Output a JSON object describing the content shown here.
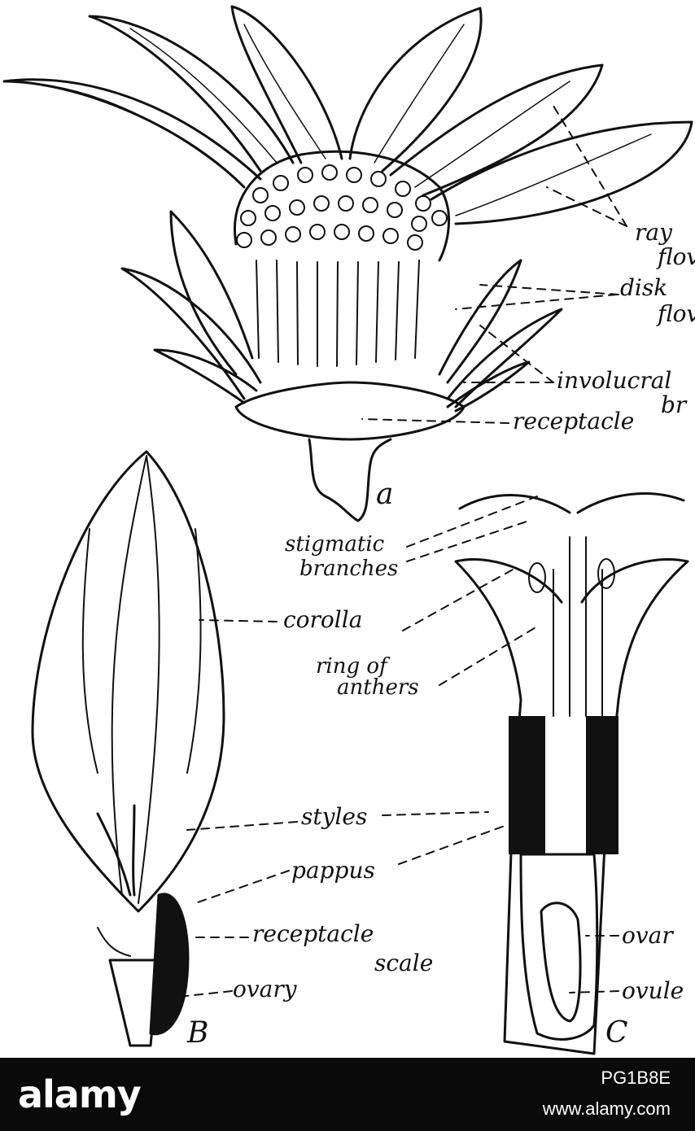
{
  "figure": {
    "panel_a": {
      "letter": "a",
      "labels": {
        "ray": "ray",
        "ray_cont": "flov",
        "disk": "disk",
        "disk_cont": "flov",
        "involucral": "involucral",
        "involucral_cont": "br",
        "receptacle": "receptacle"
      }
    },
    "panel_b": {
      "letter": "B",
      "labels": {
        "stigmatic_1": "stigmatic",
        "stigmatic_2": "branches",
        "corolla": "corolla",
        "ring_1": "ring of",
        "ring_2": "anthers",
        "styles": "styles",
        "pappus": "pappus",
        "receptacle_scale_1": "receptacle",
        "receptacle_scale_2": "scale",
        "ovary": "ovary"
      }
    },
    "panel_c": {
      "letter": "C",
      "labels": {
        "ovary": "ovar",
        "ovule": "ovule"
      }
    }
  },
  "watermark": {
    "logo": "alamy",
    "image_id": "PG1B8E",
    "url": "www.alamy.com"
  }
}
